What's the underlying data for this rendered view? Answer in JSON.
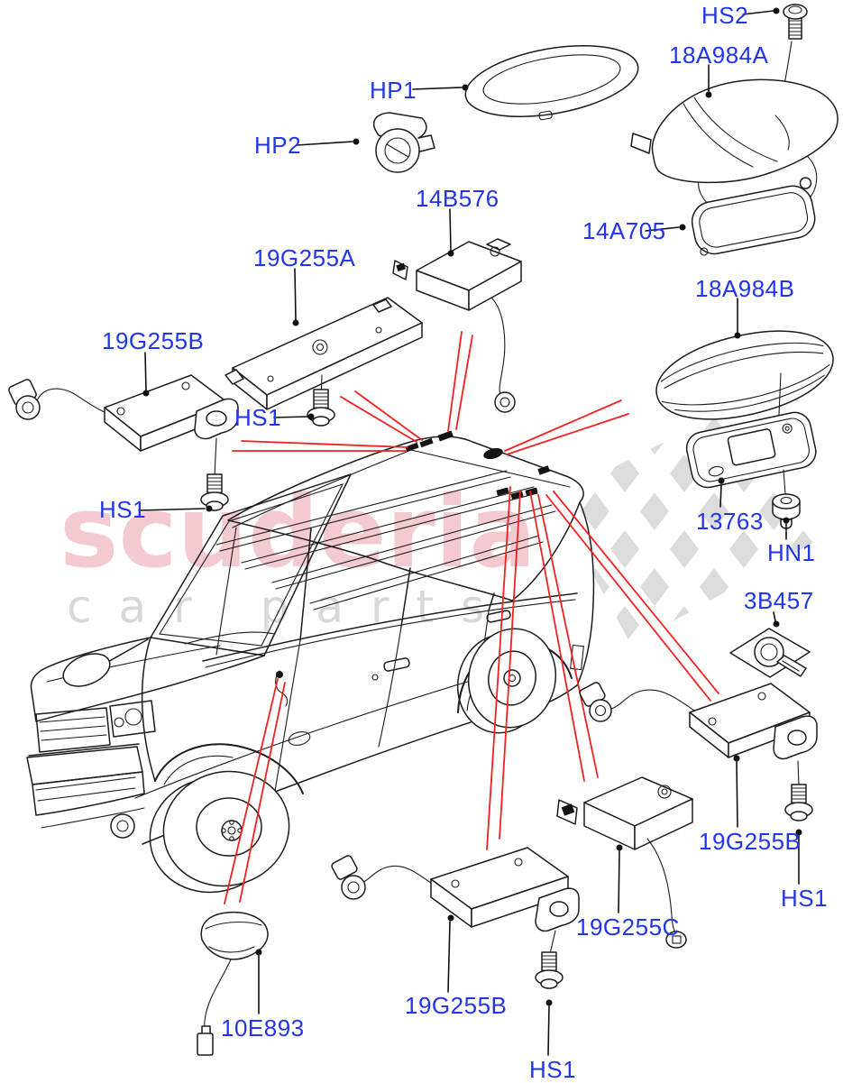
{
  "diagram": {
    "watermark": {
      "brand": "scuderia",
      "tagline": "car parts"
    },
    "colors": {
      "label_text": "#2235EE",
      "line_art": "#1C1C1C",
      "leader_red": "#F32121",
      "watermark_pink": "#F1BDC4",
      "watermark_gray": "#D6D6D6",
      "checker_gray": "#DCDCDC",
      "background": "#FFFFFF"
    },
    "part_labels": {
      "hs2": "HS2",
      "pod_18a984a": "18A984A",
      "hp1": "HP1",
      "hp2": "HP2",
      "module_14b576": "14B576",
      "gasket_14a705": "14A705",
      "amp_19g255a": "19G255A",
      "amp_19g255b_left": "19G255B",
      "cover_18a984b": "18A984B",
      "hs1_top": "HS1",
      "hs1_left": "HS1",
      "plate_13763": "13763",
      "nut_hn1": "HN1",
      "pad_3b457": "3B457",
      "amp_19g255b_right": "19G255B",
      "hs1_right": "HS1",
      "amp_19g255c": "19G255C",
      "amp_19g255b_bottom": "19G255B",
      "hs1_bottom": "HS1",
      "gps_10e893": "10E893"
    }
  }
}
